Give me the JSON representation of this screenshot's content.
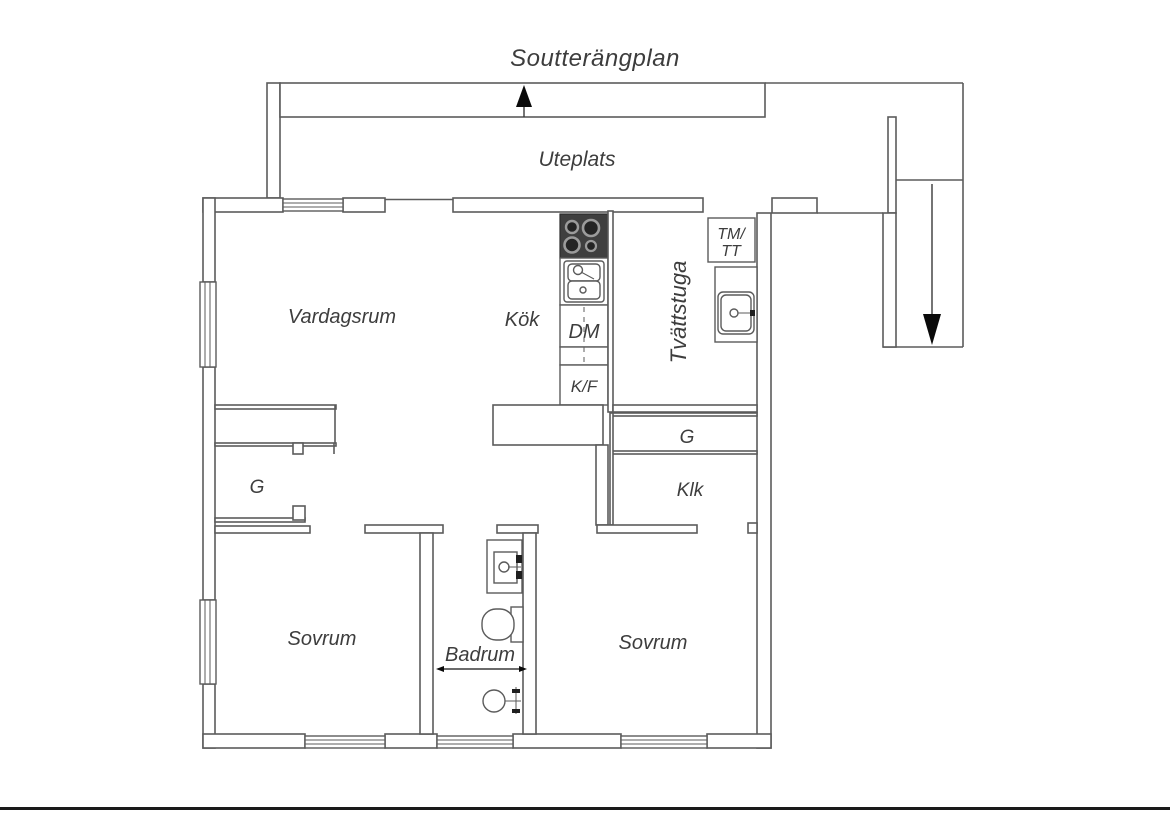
{
  "title": "Soutterängplan",
  "labels": {
    "uteplats": "Uteplats",
    "vardagsrum": "Vardagsrum",
    "kok": "Kök",
    "dm": "DM",
    "kf": "K/F",
    "tvattstuga": "Tvättstuga",
    "tm_line1": "TM/",
    "tm_line2": "TT",
    "garderob_left": "G",
    "garderob_right": "G",
    "klk": "Klk",
    "sovrum_left": "Sovrum",
    "badrum": "Badrum",
    "sovrum_right": "Sovrum"
  },
  "colors": {
    "background": "#ffffff",
    "wall-line": "#5b5b5b",
    "text": "#3d3d3d",
    "stove": "#3f3f3f",
    "page-divider": "#1a1a1a"
  }
}
